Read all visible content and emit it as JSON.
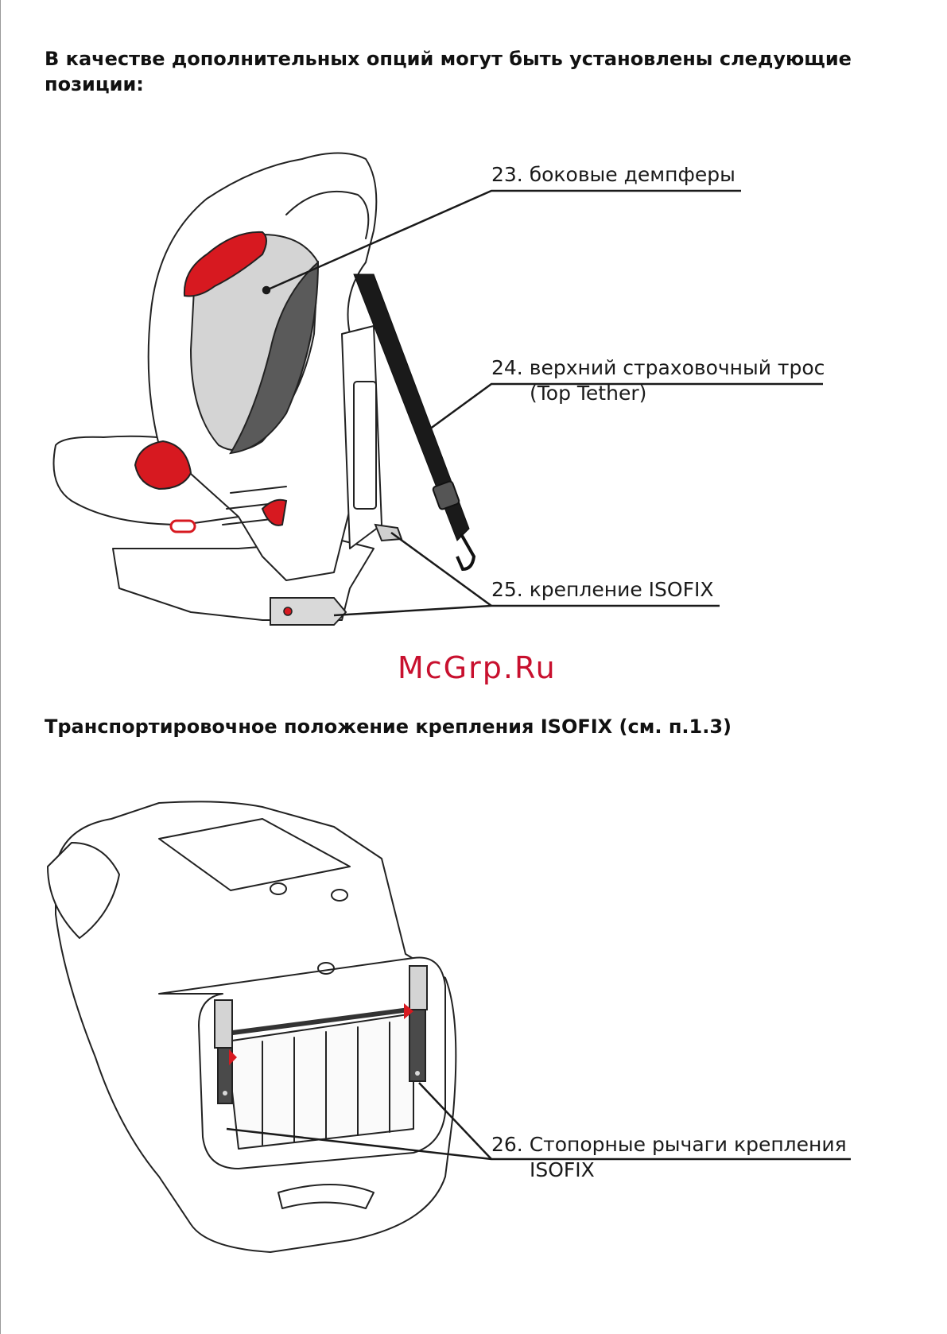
{
  "heading_options": "В качестве дополнительных опций могут быть установлены следующие позиции:",
  "callouts": {
    "c23": {
      "text": "23. боковые демпферы"
    },
    "c24": {
      "text": "24. верхний страховочный трос",
      "sub": "(Top Tether)"
    },
    "c25": {
      "text": "25. крепление ISOFIX"
    },
    "c26": {
      "text": "26. Стопорные рычаги крепления",
      "sub": "ISOFIX"
    }
  },
  "watermark": "McGrp.Ru",
  "heading_transport": "Транспортировочное положение крепления ISOFIX (см. п.1.3)",
  "colors": {
    "accent_red": "#d71920",
    "damper_gray": "#d4d4d4",
    "damper_dark": "#5a5a5a",
    "lever_dark": "#4a4a4a"
  }
}
